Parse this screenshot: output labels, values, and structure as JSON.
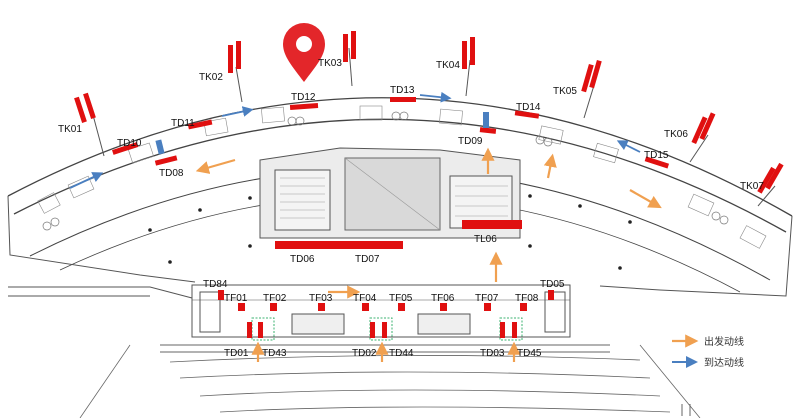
{
  "map": {
    "title": "",
    "legend": [
      {
        "label": "出发动线",
        "color": "#F0A050"
      },
      {
        "label": "到达动线",
        "color": "#4A7FC0"
      }
    ],
    "colors": {
      "red": "#E01010",
      "orange": "#F0A050",
      "blue": "#4A7FC0",
      "green": "#3CB371",
      "linework": "#444444",
      "pin": "#E3262A"
    },
    "labels": {
      "TK01": "TK01",
      "TK02": "TK02",
      "TK03": "TK03",
      "TK04": "TK04",
      "TK05": "TK05",
      "TK06": "TK06",
      "TK07": "TK07",
      "TD08": "TD08",
      "TD09": "TD09",
      "TD10": "TD10",
      "TD11": "TD11",
      "TD12": "TD12",
      "TD13": "TD13",
      "TD14": "TD14",
      "TD15": "TD15",
      "TD06": "TD06",
      "TD07": "TD07",
      "TL06": "TL06",
      "TD84": "TD84",
      "TD05": "TD05",
      "TF01": "TF01",
      "TF02": "TF02",
      "TF03": "TF03",
      "TF04": "TF04",
      "TF05": "TF05",
      "TF06": "TF06",
      "TF07": "TF07",
      "TF08": "TF08",
      "TD01": "TD01",
      "TD43": "TD43",
      "TD02": "TD02",
      "TD44": "TD44",
      "TD03": "TD03",
      "TD45": "TD45"
    }
  }
}
